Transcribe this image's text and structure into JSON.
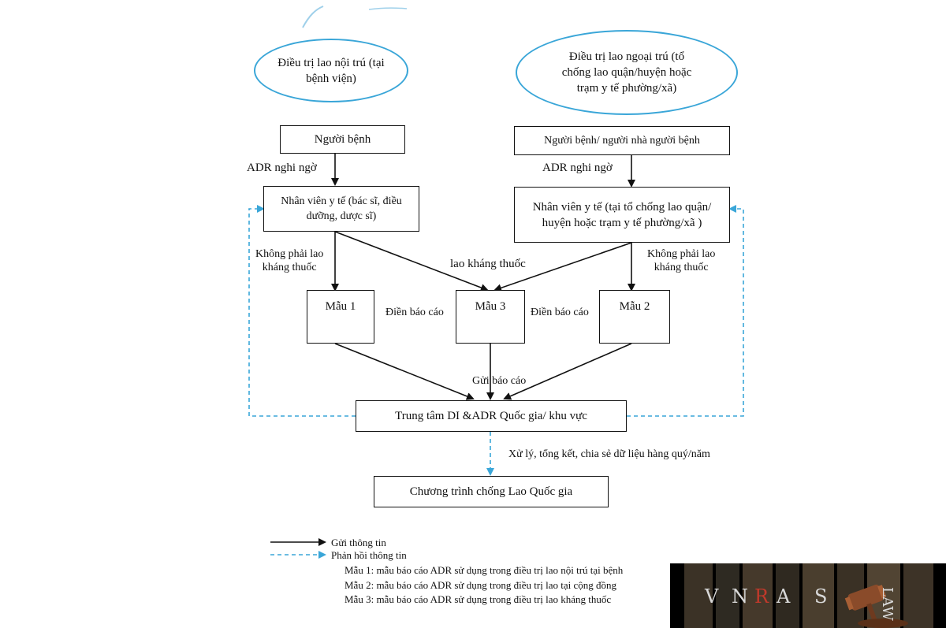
{
  "ellipses": {
    "inpatient": [
      "Điều trị lao nội trú (tại",
      "bệnh viện)"
    ],
    "outpatient": [
      "Điều trị lao ngoại trú (tổ",
      "chống lao quận/huyện hoặc",
      "trạm y tế phường/xã)"
    ]
  },
  "boxes": {
    "patient_left": [
      "Người bệnh"
    ],
    "patient_right": [
      "Người bệnh/ người nhà người bệnh"
    ],
    "staff_left": [
      "Nhân viên y tế (bác sĩ, điều",
      "dưỡng, dược sĩ)"
    ],
    "staff_right": [
      "Nhân viên y tế (tại tổ chống lao quận/",
      "huyện hoặc trạm y tế phường/xã )"
    ],
    "form1": [
      "Mẫu 1"
    ],
    "form3": [
      "Mẫu 3"
    ],
    "form2": [
      "Mẫu 2"
    ],
    "center": [
      "Trung tâm DI &ADR Quốc gia/ khu vực"
    ],
    "program": [
      "Chương trình chống Lao Quốc gia"
    ]
  },
  "edge_labels": {
    "adr_left": "ADR nghi ngờ",
    "adr_right": "ADR nghi ngờ",
    "not_resistant_left": [
      "Không phải lao",
      "kháng thuốc"
    ],
    "not_resistant_right": [
      "Không phải lao",
      "kháng thuốc"
    ],
    "resistant": "lao kháng thuốc",
    "fill_report_left": "Điền báo cáo",
    "fill_report_right": "Điền báo cáo",
    "send_report": "Gửi báo cáo",
    "process": "Xử lý, tổng kết, chia sẻ dữ liệu hàng quý/năm"
  },
  "legend": {
    "send": "Gửi thông tin",
    "feedback": "Phản hồi thông tin"
  },
  "notes": [
    "Mẫu 1: mẫu báo cáo ADR sử dụng trong điều trị lao nội trú tại bệnh",
    "Mẫu 2: mẫu báo cáo ADR sử dụng trong điều trị lao tại cộng đồng",
    "Mẫu 3: mẫu báo cáo ADR sử dụng trong điều trị lao kháng thuốc"
  ],
  "watermark": {
    "letters": [
      "V",
      "N",
      "R",
      "A",
      "S"
    ],
    "law": "LAW"
  },
  "colors": {
    "feedback": "#3aa6d8",
    "line": "#111111",
    "watermark_r": "#c0392b"
  }
}
